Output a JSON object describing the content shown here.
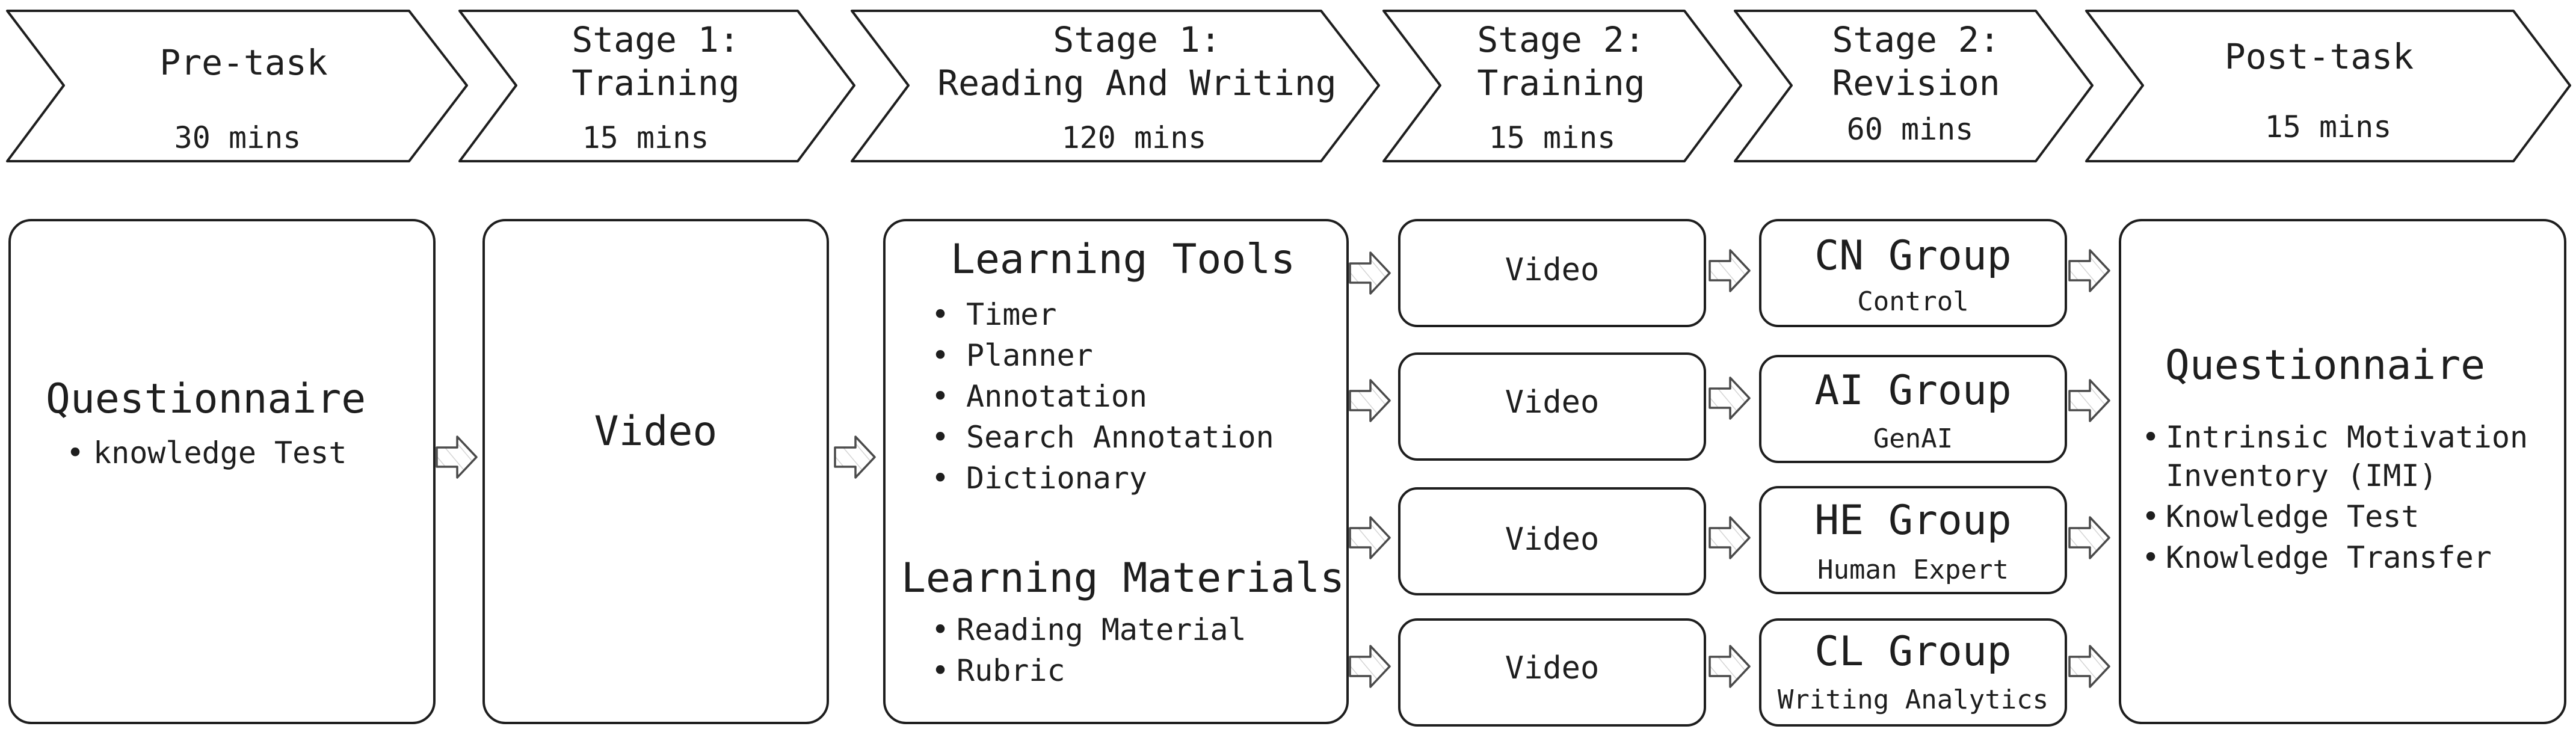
{
  "stages": [
    {
      "title": "Pre-task",
      "title2": "",
      "time": "30 mins"
    },
    {
      "title": "Stage 1:",
      "title2": "Training",
      "time": "15 mins"
    },
    {
      "title": "Stage 1:",
      "title2": "Reading And Writing",
      "time": "120 mins"
    },
    {
      "title": "Stage 2:",
      "title2": "Training",
      "time": "15 mins"
    },
    {
      "title": "Stage 2:",
      "title2": "Revision",
      "time": "60 mins"
    },
    {
      "title": "Post-task",
      "title2": "",
      "time": "15 mins"
    }
  ],
  "pretask": {
    "title": "Questionnaire",
    "items": [
      "knowledge Test"
    ]
  },
  "training1": {
    "title": "Video"
  },
  "reading": {
    "tools_title": "Learning Tools",
    "tools": [
      "Timer",
      "Planner",
      "Annotation",
      "Search Annotation",
      "Dictionary"
    ],
    "materials_title": "Learning Materials",
    "materials": [
      "Reading Material",
      "Rubric"
    ]
  },
  "training2": [
    "Video",
    "Video",
    "Video",
    "Video"
  ],
  "groups": [
    {
      "title": "CN Group",
      "sub": "Control",
      "color": "#b2f2e4"
    },
    {
      "title": "AI Group",
      "sub": "GenAI",
      "color": "#ffd8d8"
    },
    {
      "title": "HE Group",
      "sub": "Human Expert",
      "color": "#d0bfff"
    },
    {
      "title": "CL Group",
      "sub": "Writing Analytics",
      "color": "#fff3bf"
    }
  ],
  "posttask": {
    "title": "Questionnaire",
    "items": [
      "Intrinsic Motivation",
      "Inventory (IMI)",
      "Knowledge Test",
      "Knowledge Transfer"
    ]
  },
  "colors": {
    "stage_fill": "#dfeef5",
    "video_fill": "#fff3bf",
    "gray_fill": "#e4e4e4",
    "reading_fill": "#c5d9f0"
  }
}
